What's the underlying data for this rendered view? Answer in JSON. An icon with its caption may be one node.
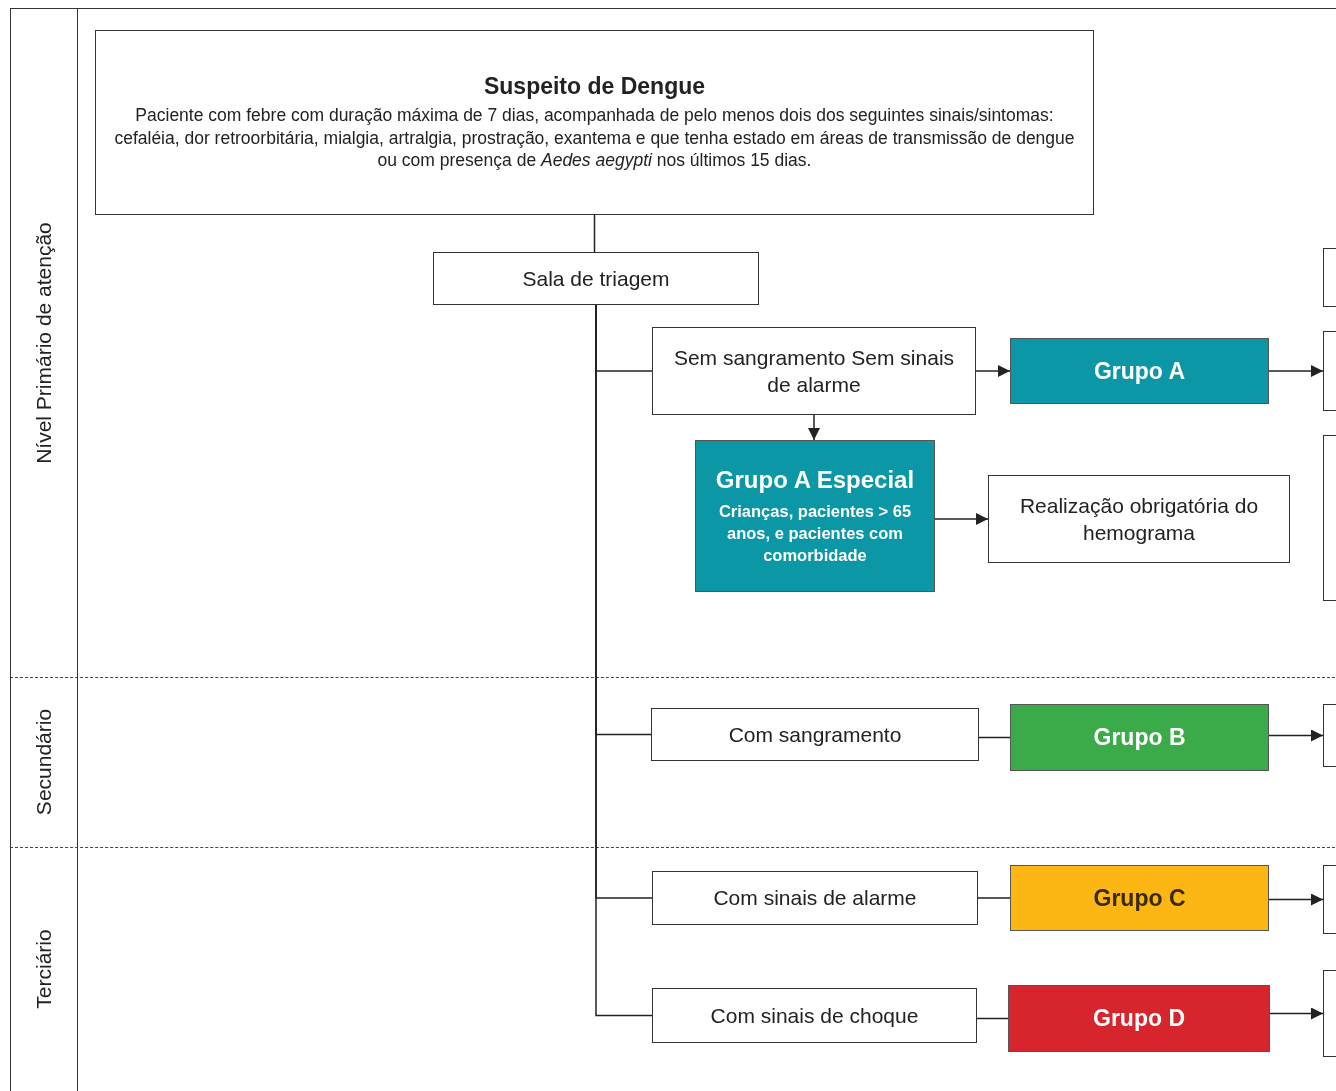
{
  "diagram": {
    "nodes": [
      {
        "text": [
          "Suspeito de Dengue",
          "Paciente com febre com duração máxima de 7 dias, acompanhada de pelo menos dois dos seguintes sinais/sintomas: cefaléia, dor retroorbitária, mialgia, artralgia, prostração, exantema e que tenha estado em áreas de transmissão de dengue ou com presença de *Aedes aegypti* nos últimos 15 dias."
        ]
      },
      {
        "text": [
          "Sala de triagem"
        ]
      },
      {
        "text": [
          "Sem sangramento Sem sinais de alarme"
        ]
      },
      {
        "text": [
          "Grupo A"
        ]
      },
      {
        "text": [
          "Grupo A Especial",
          "Crianças, pacientes > 65 anos, e pacientes com comorbidade"
        ]
      },
      {
        "text": [
          "Realização obrigatória do hemograma"
        ]
      },
      {
        "text": [
          "Com sangramento"
        ]
      },
      {
        "text": [
          "Grupo B"
        ]
      },
      {
        "text": [
          "Com sinais de alarme"
        ]
      },
      {
        "text": [
          "Grupo C"
        ]
      },
      {
        "text": [
          "Com sinais de choque"
        ]
      },
      {
        "text": [
          "Grupo D"
        ]
      },
      {
        "text": [],
        "shape": "box"
      },
      {
        "text": [],
        "shape": "box"
      },
      {
        "text": [],
        "shape": "box"
      },
      {
        "text": [],
        "shape": "box"
      },
      {
        "text": [],
        "shape": "box"
      },
      {
        "text": [],
        "shape": "box"
      }
    ],
    "edges": [
      {
        "from": 0,
        "to": 1,
        "arrow": "none"
      },
      {
        "from": 1,
        "to": 2,
        "arrow": "none"
      },
      {
        "from": 2,
        "to": 3,
        "arrow": "to"
      },
      {
        "from": 3,
        "to": 13,
        "arrow": "to"
      },
      {
        "from": 2,
        "to": 4,
        "arrow": "to"
      },
      {
        "from": 4,
        "to": 5,
        "arrow": "to"
      },
      {
        "from": 1,
        "to": 6,
        "arrow": "none"
      },
      {
        "from": 6,
        "to": 7,
        "arrow": "none"
      },
      {
        "from": 7,
        "to": 15,
        "arrow": "to"
      },
      {
        "from": 1,
        "to": 8,
        "arrow": "none"
      },
      {
        "from": 8,
        "to": 9,
        "arrow": "none"
      },
      {
        "from": 9,
        "to": 16,
        "arrow": "to"
      },
      {
        "from": 1,
        "to": 10,
        "arrow": "none"
      },
      {
        "from": 10,
        "to": 11,
        "arrow": "none"
      },
      {
        "from": 11,
        "to": 17,
        "arrow": "to"
      }
    ],
    "labels": [
      "Nível Primário de atenção",
      "Secundário",
      "Terciário"
    ]
  }
}
